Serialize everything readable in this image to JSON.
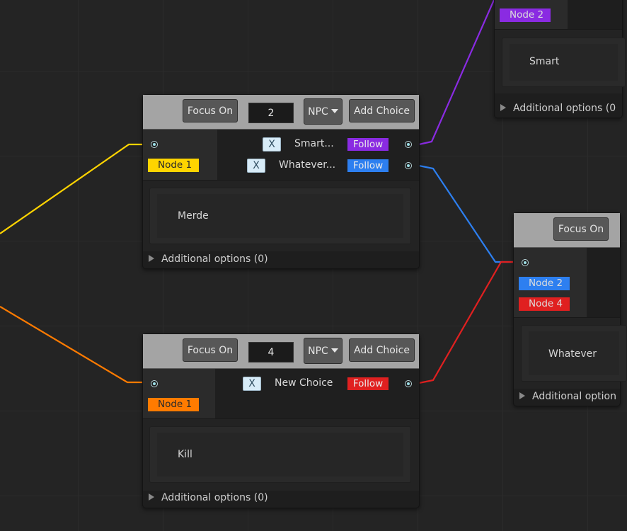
{
  "colors": {
    "yellow": "#ffd400",
    "orange": "#ff7b00",
    "purple": "#8a2be2",
    "blue": "#2d7ff0",
    "red": "#e02020"
  },
  "node_a": {
    "focus_label": "Focus On",
    "number": "2",
    "type": "NPC",
    "add_label": "Add Choice",
    "input_tag": "Node 1",
    "choices": [
      {
        "remove": "X",
        "text": "Smart...",
        "follow": "Follow"
      },
      {
        "remove": "X",
        "text": "Whatever...",
        "follow": "Follow"
      }
    ],
    "dialogue": "Merde",
    "options": "Additional options (0)"
  },
  "node_b": {
    "focus_label": "Focus On",
    "number": "4",
    "type": "NPC",
    "add_label": "Add Choice",
    "input_tag": "Node 1",
    "choices": [
      {
        "remove": "X",
        "text": "New Choice",
        "follow": "Follow"
      }
    ],
    "dialogue": "Kill",
    "options": "Additional options (0)"
  },
  "node_c": {
    "input_tag": "Node 2",
    "dialogue": "Smart",
    "options": "Additional options (0"
  },
  "node_d": {
    "focus_label": "Focus On",
    "input_tags": [
      "Node 2",
      "Node 4"
    ],
    "dialogue": "Whatever",
    "options": "Additional option"
  }
}
